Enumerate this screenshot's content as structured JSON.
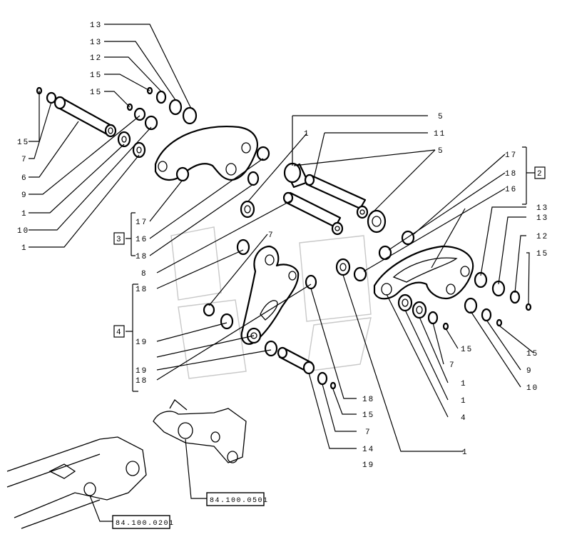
{
  "labels": {
    "l0": "13",
    "l1": "13",
    "l2": "12",
    "l3": "15",
    "l4": "15",
    "l5": "15",
    "l6": "7",
    "l7": "6",
    "l8": "9",
    "l9": "1",
    "l10": "10",
    "l11": "1",
    "l12": "1",
    "l13": "5",
    "l14": "11",
    "l15": "5",
    "l16": "17",
    "l17": "18",
    "l18": "16",
    "l19": "17",
    "l20": "16",
    "l21": "18",
    "l22": "8",
    "l23": "7",
    "l24": "18",
    "l25": "19",
    "l26": "19",
    "l27": "18",
    "l28": "13",
    "l29": "13",
    "l30": "12",
    "l31": "15",
    "l32": "15",
    "l33": "9",
    "l34": "10",
    "l35": "15",
    "l36": "7",
    "l37": "1",
    "l38": "1",
    "l39": "4",
    "l40": "18",
    "l41": "15",
    "l42": "7",
    "l43": "14",
    "l44": "19",
    "l45": "1"
  },
  "groups": {
    "g2": "2",
    "g3": "3",
    "g4": "4"
  },
  "references": {
    "ref_top": "84.100.0501",
    "ref_bottom": "84.100.0201"
  }
}
